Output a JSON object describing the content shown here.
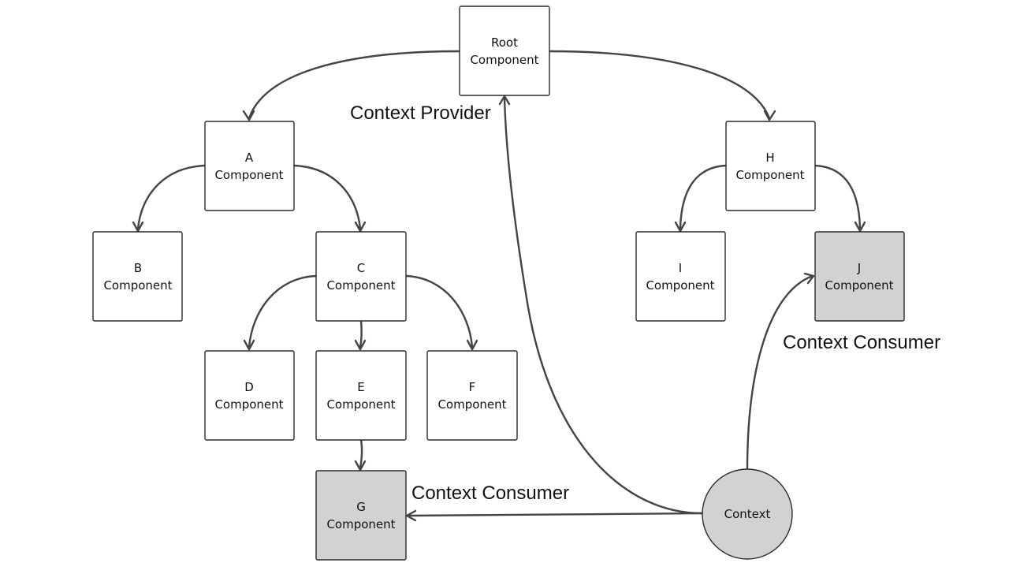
{
  "nodes": {
    "root": {
      "line1": "Root",
      "line2": "Component"
    },
    "a": {
      "line1": "A",
      "line2": "Component"
    },
    "b": {
      "line1": "B",
      "line2": "Component"
    },
    "c": {
      "line1": "C",
      "line2": "Component"
    },
    "d": {
      "line1": "D",
      "line2": "Component"
    },
    "e": {
      "line1": "E",
      "line2": "Component"
    },
    "f": {
      "line1": "F",
      "line2": "Component"
    },
    "g": {
      "line1": "G",
      "line2": "Component"
    },
    "h": {
      "line1": "H",
      "line2": "Component"
    },
    "i": {
      "line1": "I",
      "line2": "Component"
    },
    "j": {
      "line1": "J",
      "line2": "Component"
    },
    "context": {
      "label": "Context"
    }
  },
  "labels": {
    "provider": "Context Provider",
    "consumer_g": "Context Consumer",
    "consumer_j": "Context Consumer"
  },
  "colors": {
    "consumer_fill": "#d3d2d3",
    "stroke": "#2a2a2a",
    "edge": "#444444"
  }
}
